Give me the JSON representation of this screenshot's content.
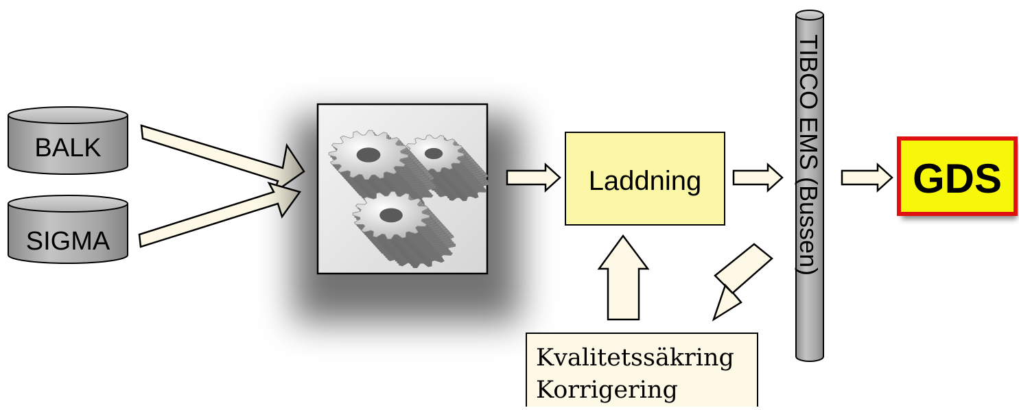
{
  "sources": {
    "balk": "BALK",
    "sigma": "SIGMA"
  },
  "processor": {
    "icon": "gears-icon"
  },
  "loading": {
    "label": "Laddning"
  },
  "quality": {
    "line1": "Kvalitetssäkring",
    "line2": "Korrigering"
  },
  "bus": {
    "label": "TIBCO EMS (Bussen)"
  },
  "target": {
    "label": "GDS"
  },
  "colors": {
    "cylinder": "#a8a8a8",
    "loading_box": "#fbf7a6",
    "quality_box": "#fdf9e6",
    "arrow_fill": "#fdf9e6",
    "gds_fill": "#f7f70a",
    "gds_border": "#e01010"
  }
}
